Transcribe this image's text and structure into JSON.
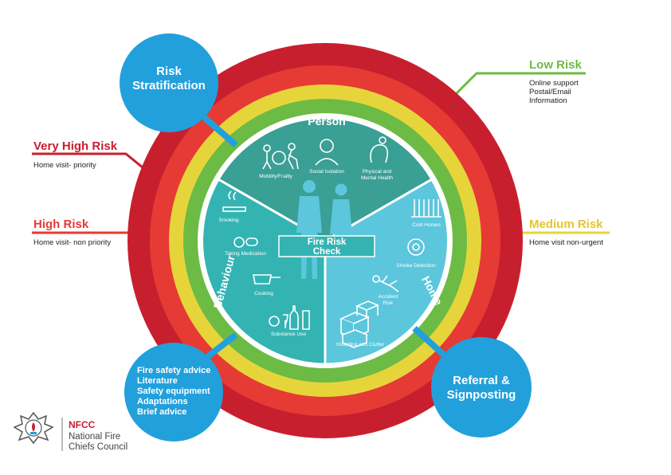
{
  "colors": {
    "very_high": "#c81f2f",
    "high": "#e63a35",
    "medium": "#e6d53a",
    "low": "#6cbb45",
    "person": "#3a9f95",
    "behaviour": "#34b3b3",
    "home": "#5cc6dc",
    "bubble": "#22a0dc"
  },
  "center": {
    "line1": "Fire Risk",
    "line2": "Check"
  },
  "segments": {
    "person": {
      "title": "Person",
      "items": [
        "Mobility/Frailty",
        "Social Isolation",
        "Physical and",
        "Mental Health"
      ]
    },
    "behaviour": {
      "title": "Behaviour",
      "items": [
        "Smoking",
        "Taking Medication",
        "Cooking",
        "Substance Use"
      ]
    },
    "home": {
      "title": "Home",
      "items": [
        "Cold Homes",
        "Smoke Detection",
        "Accident",
        "Risk",
        "Hoarding and Clutter"
      ]
    }
  },
  "bubbles": {
    "risk_stratification": {
      "line1": "Risk",
      "line2": "Stratification"
    },
    "referral": {
      "line1": "Referral &",
      "line2": "Signposting"
    },
    "advice": [
      "Fire safety advice",
      "Literature",
      "Safety equipment",
      "Adaptations",
      "Brief advice"
    ]
  },
  "callouts": {
    "very_high": {
      "title": "Very High Risk",
      "sub": [
        "Home visit- priority"
      ]
    },
    "high": {
      "title": "High Risk",
      "sub": [
        "Home visit- non priority"
      ]
    },
    "low": {
      "title": "Low Risk",
      "sub": [
        "Online support",
        "Postal/Email",
        "Information"
      ]
    },
    "medium": {
      "title": "Medium Risk",
      "sub": [
        "Home visit non-urgent"
      ]
    }
  },
  "logo": {
    "abbr": "NFCC",
    "line1": "National Fire",
    "line2": "Chiefs Council"
  },
  "icons": [
    "mobility-icon",
    "person-icon",
    "mental-health-icon",
    "smoking-icon",
    "medication-icon",
    "cooking-icon",
    "substance-icon",
    "radiator-icon",
    "smoke-detector-icon",
    "fall-icon",
    "boxes-icon",
    "crest-icon"
  ]
}
